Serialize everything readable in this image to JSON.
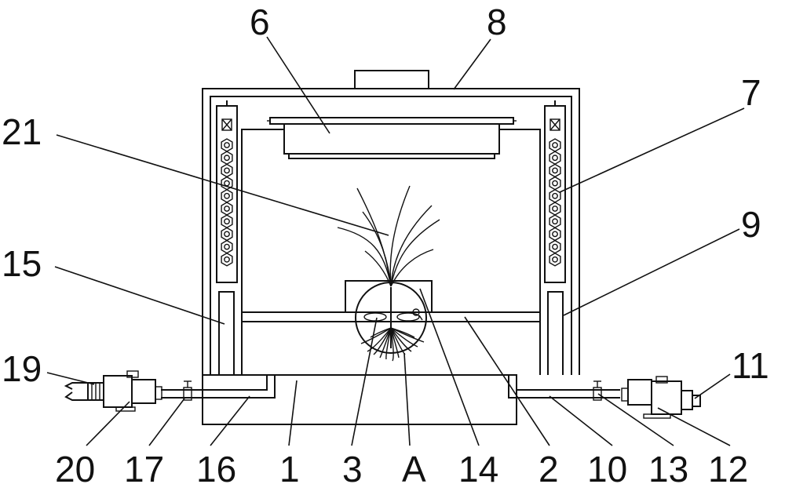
{
  "labels": {
    "l6": "6",
    "l8": "8",
    "l7": "7",
    "l21": "21",
    "l9": "9",
    "l15": "15",
    "l19": "19",
    "l11": "11",
    "l20": "20",
    "l17": "17",
    "l16": "16",
    "l1": "1",
    "l3": "3",
    "lA": "A",
    "l14": "14",
    "l2": "2",
    "l10": "10",
    "l13": "13",
    "l12": "12"
  }
}
